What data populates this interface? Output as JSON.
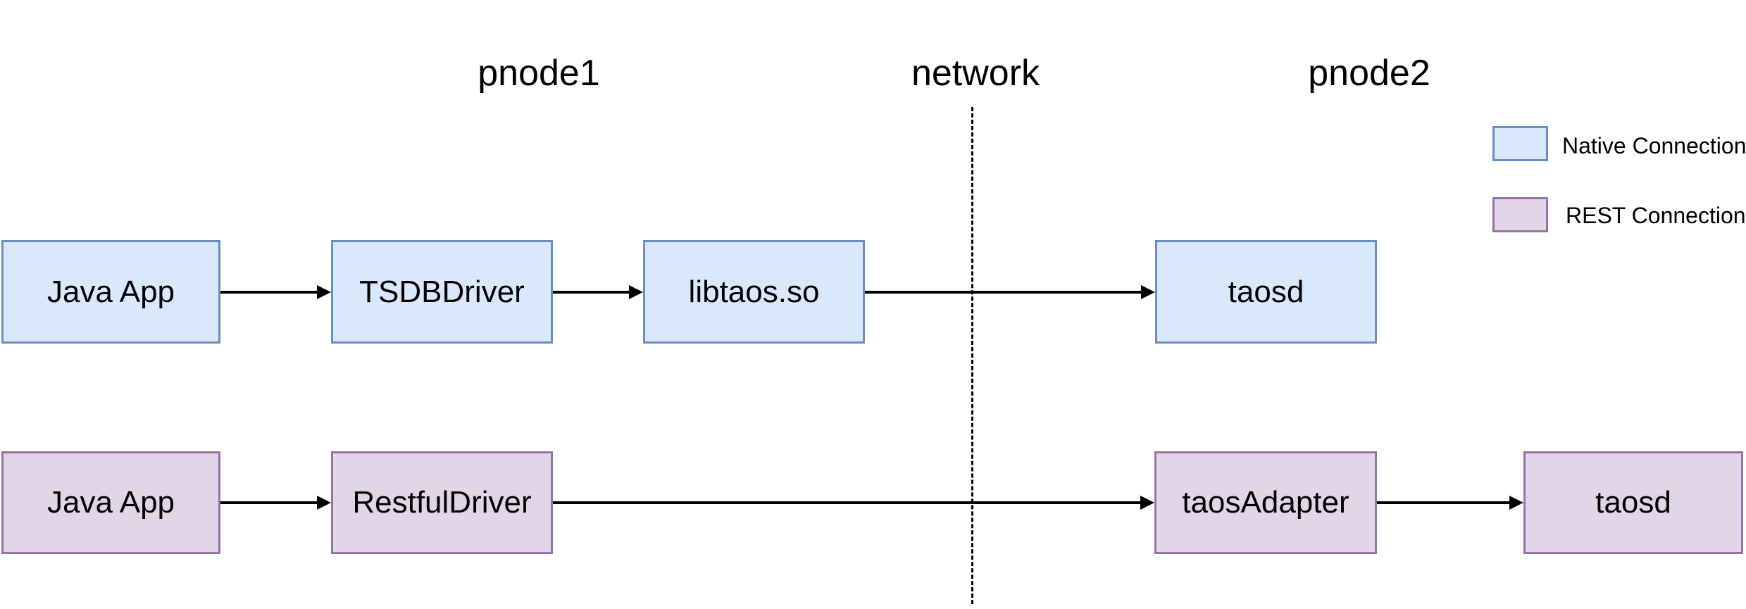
{
  "colors": {
    "background": "#ffffff",
    "text": "#000000",
    "arrow": "#000000",
    "native_fill": "#dae8fc",
    "native_stroke": "#6c8ebf",
    "rest_fill": "#e1d5e7",
    "rest_stroke": "#9673a6"
  },
  "regions": {
    "pnode1": "pnode1",
    "network": "network",
    "pnode2": "pnode2"
  },
  "nodes": {
    "native": {
      "java_app": "Java App",
      "tsdb_driver": "TSDBDriver",
      "libtaos": "libtaos.so",
      "taosd": "taosd"
    },
    "rest": {
      "java_app": "Java App",
      "restful_driver": "RestfulDriver",
      "taos_adapter": "taosAdapter",
      "taosd": "taosd"
    }
  },
  "connections": [
    {
      "from": "Java App",
      "to": "TSDBDriver",
      "type": "native"
    },
    {
      "from": "TSDBDriver",
      "to": "libtaos.so",
      "type": "native"
    },
    {
      "from": "libtaos.so",
      "to": "taosd",
      "type": "native"
    },
    {
      "from": "Java App",
      "to": "RestfulDriver",
      "type": "rest"
    },
    {
      "from": "RestfulDriver",
      "to": "taosAdapter",
      "type": "rest"
    },
    {
      "from": "taosAdapter",
      "to": "taosd",
      "type": "rest"
    }
  ],
  "legend": {
    "native": {
      "label": "Native Connection",
      "swatch": "native-swatch"
    },
    "rest": {
      "label": "REST Connection",
      "swatch": "rest-swatch"
    }
  }
}
